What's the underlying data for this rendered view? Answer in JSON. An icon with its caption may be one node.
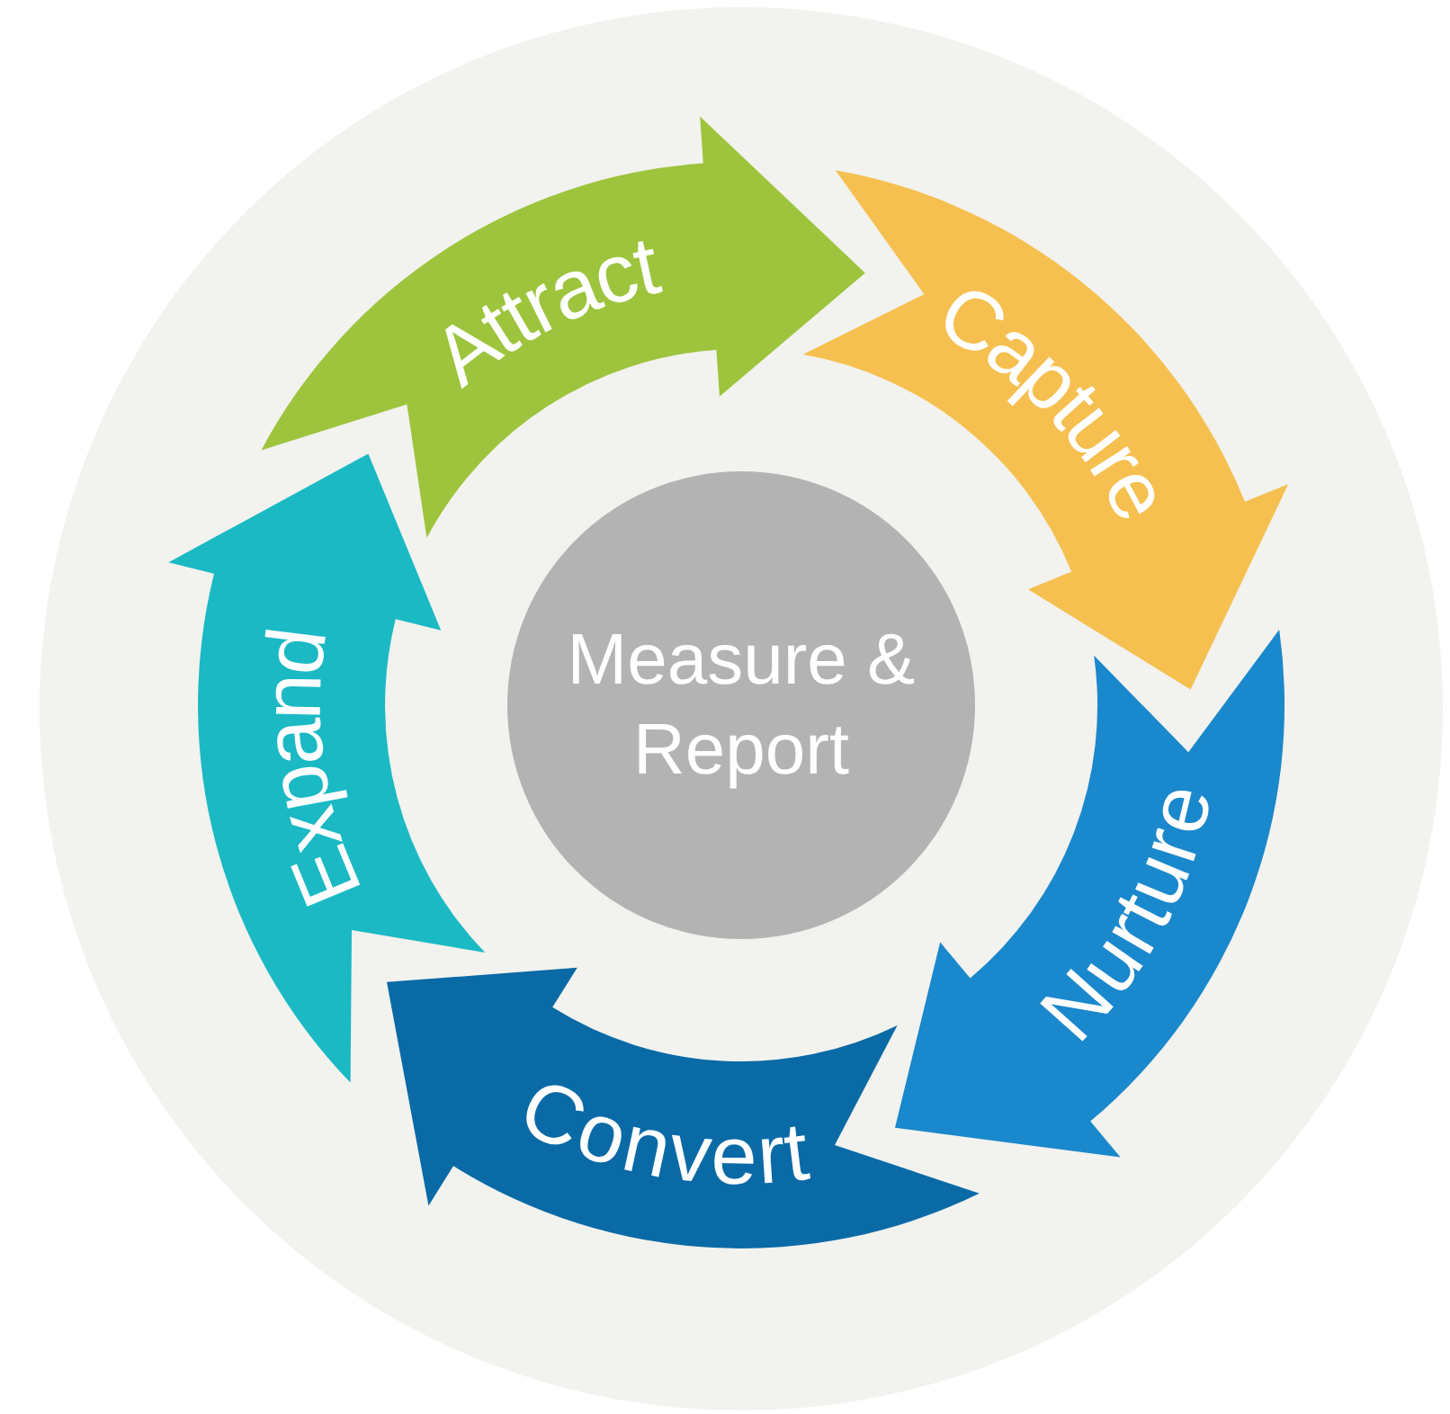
{
  "diagram": {
    "nodes": [
      {
        "text": [
          "Attract"
        ]
      },
      {
        "text": [
          "Capture"
        ]
      },
      {
        "text": [
          "Nurture"
        ]
      },
      {
        "text": [
          "Convert"
        ]
      },
      {
        "text": [
          "Expand"
        ]
      },
      {
        "text": [
          "Measure & Report"
        ]
      }
    ]
  }
}
